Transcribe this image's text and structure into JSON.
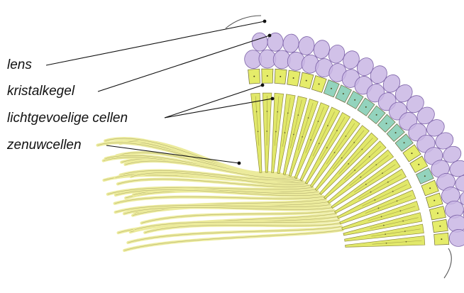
{
  "labels": {
    "lens": "lens",
    "crystal_cone": "kristalkegel",
    "photoreceptor_cells": "lichtgevoelige cellen",
    "nerve_cells": "zenuwcellen"
  },
  "colors": {
    "lens_fill": "#c9b6e4",
    "lens_stroke": "#7d63a8",
    "cone_fill": "#e5ec6a",
    "cone_alt_fill": "#93d3bd",
    "rod_fill": "#e1e86a",
    "rod_stroke": "#8f8a3a",
    "nerve_fill": "#eceb9c",
    "nerve_stroke": "#8b8550",
    "leader_line": "#111111"
  }
}
